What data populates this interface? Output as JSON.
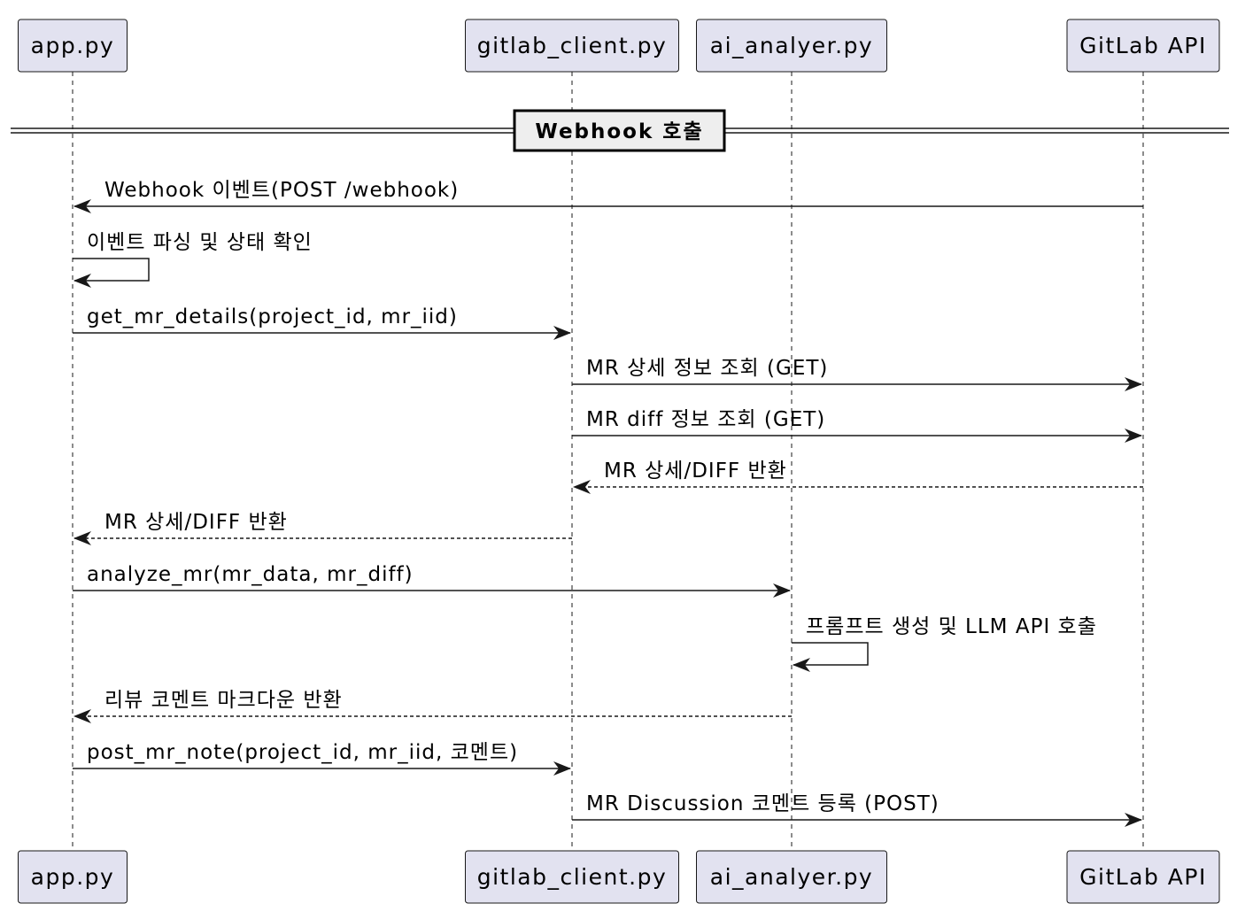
{
  "participants": [
    {
      "id": "app",
      "label": "app.py"
    },
    {
      "id": "gitlab",
      "label": "gitlab_client.py"
    },
    {
      "id": "ai",
      "label": "ai_analyer.py"
    },
    {
      "id": "api",
      "label": "GitLab API"
    }
  ],
  "divider": {
    "label": "Webhook 호출"
  },
  "messages": [
    {
      "from": "api",
      "to": "app",
      "style": "solid",
      "label": "Webhook 이벤트(POST /webhook)"
    },
    {
      "from": "app",
      "to": "app",
      "style": "solid",
      "label": "이벤트 파싱 및 상태 확인"
    },
    {
      "from": "app",
      "to": "gitlab",
      "style": "solid",
      "label": "get_mr_details(project_id, mr_iid)"
    },
    {
      "from": "gitlab",
      "to": "api",
      "style": "solid",
      "label": "MR 상세 정보 조회 (GET)"
    },
    {
      "from": "gitlab",
      "to": "api",
      "style": "solid",
      "label": "MR diff 정보 조회 (GET)"
    },
    {
      "from": "api",
      "to": "gitlab",
      "style": "dashed",
      "label": "MR 상세/DIFF 반환"
    },
    {
      "from": "gitlab",
      "to": "app",
      "style": "dashed",
      "label": "MR 상세/DIFF 반환"
    },
    {
      "from": "app",
      "to": "ai",
      "style": "solid",
      "label": "analyze_mr(mr_data, mr_diff)"
    },
    {
      "from": "ai",
      "to": "ai",
      "style": "solid",
      "label": "프롬프트 생성 및 LLM API 호출"
    },
    {
      "from": "ai",
      "to": "app",
      "style": "dashed",
      "label": "리뷰 코멘트 마크다운 반환"
    },
    {
      "from": "app",
      "to": "gitlab",
      "style": "solid",
      "label": "post_mr_note(project_id, mr_iid, 코멘트)"
    },
    {
      "from": "gitlab",
      "to": "api",
      "style": "solid",
      "label": "MR Discussion 코멘트 등록 (POST)"
    }
  ],
  "colors": {
    "participant_fill": "#e2e2f0",
    "participant_border": "#181818",
    "lifeline": "#181818",
    "arrow": "#181818",
    "divider_fill": "#eeeeee"
  }
}
